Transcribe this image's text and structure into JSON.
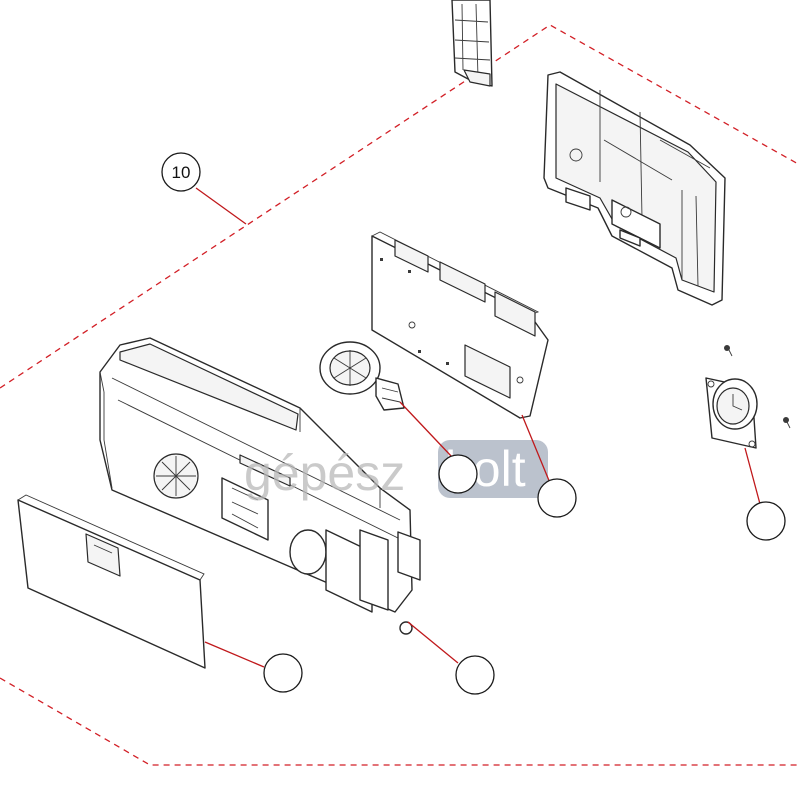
{
  "diagram": {
    "callout_main_label": "10",
    "callout_labels": [
      "",
      "",
      "",
      ""
    ]
  },
  "watermark": {
    "word_left": "gépész",
    "word_right": "bolt",
    "color_left": "#b9b9b9",
    "color_badge": "#a5aebd"
  },
  "colors": {
    "boundary": "#d21f26",
    "leader": "#c0181b",
    "outline": "#2a2a2a"
  }
}
